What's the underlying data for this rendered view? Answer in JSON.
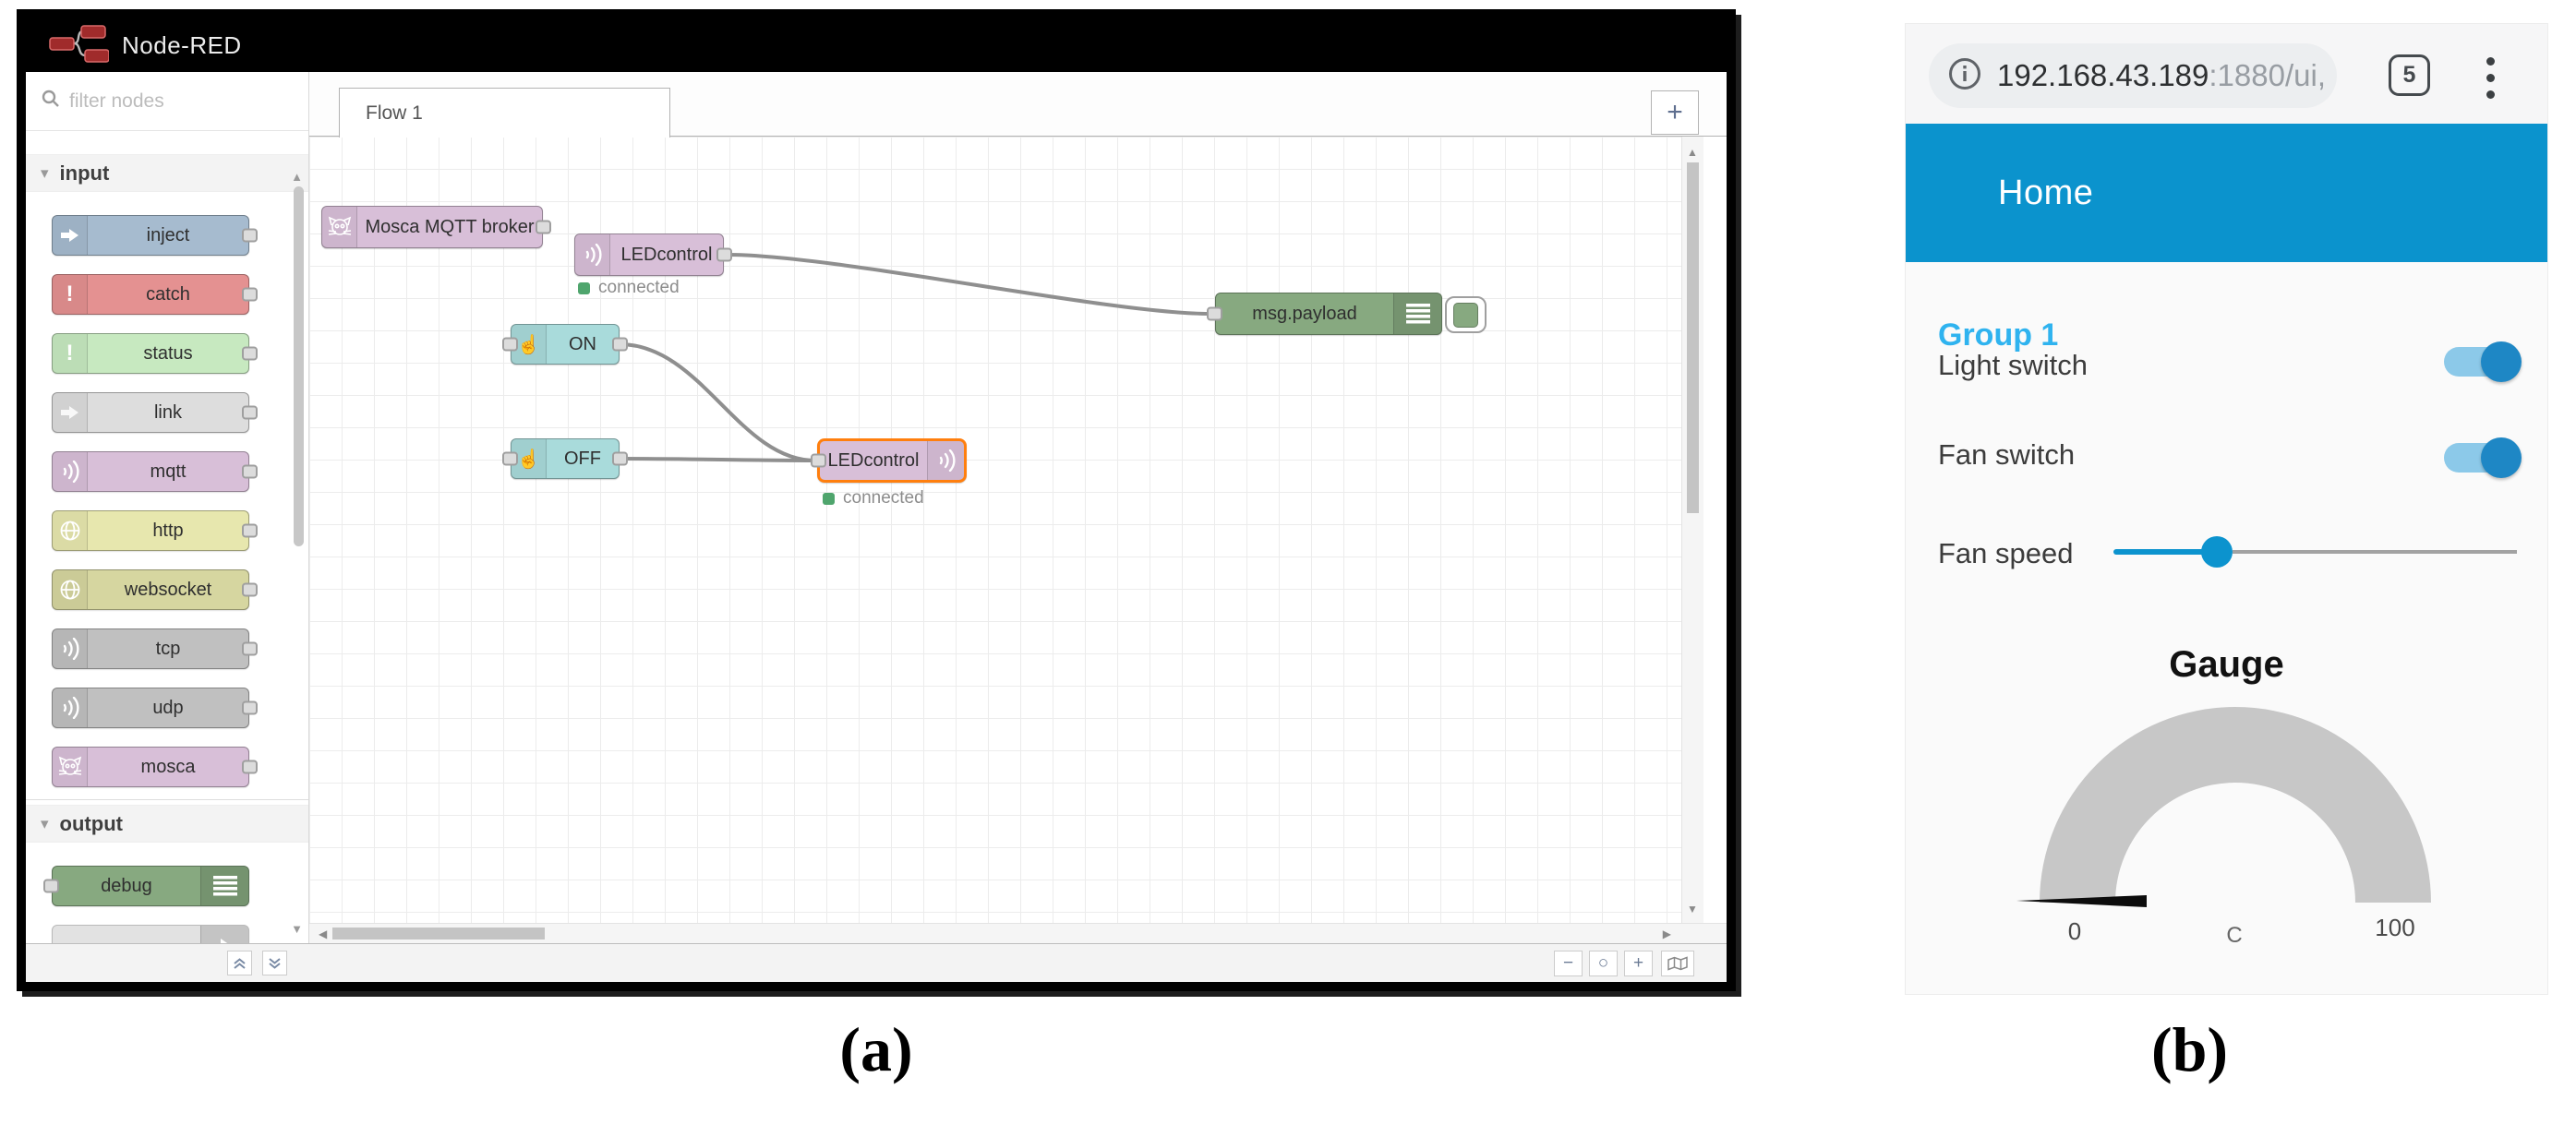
{
  "page": {
    "caption_a": "(a)",
    "caption_b": "(b)"
  },
  "icons": {
    "chevron_down": "▾",
    "up": "▲",
    "down": "▼",
    "left": "◀",
    "right": "▶",
    "minus": "−",
    "plus": "+",
    "zoom_reset": "○"
  },
  "node_red": {
    "window_title": "Node-RED",
    "palette": {
      "search_placeholder": "filter nodes",
      "input_category": "input",
      "output_category": "output",
      "input_nodes": [
        {
          "label": "inject",
          "color": "#a6bbcf",
          "icon": "arrow-in-icon"
        },
        {
          "label": "catch",
          "color": "#e49191",
          "icon": "exclamation-icon"
        },
        {
          "label": "status",
          "color": "#c7e9c0",
          "icon": "exclamation-icon"
        },
        {
          "label": "link",
          "color": "#dddddd",
          "icon": "arrow-in-icon"
        },
        {
          "label": "mqtt",
          "color": "#d8bfd8",
          "icon": "signal-icon"
        },
        {
          "label": "http",
          "color": "#e7e7ae",
          "icon": "globe-icon"
        },
        {
          "label": "websocket",
          "color": "#d6d6a0",
          "icon": "globe-icon"
        },
        {
          "label": "tcp",
          "color": "#c0c0c0",
          "icon": "signal-icon"
        },
        {
          "label": "udp",
          "color": "#c0c0c0",
          "icon": "signal-icon"
        },
        {
          "label": "mosca",
          "color": "#d8bfd8",
          "icon": "cat-icon"
        }
      ],
      "output_nodes": [
        {
          "label": "debug",
          "color": "#87a980",
          "icon": "list-icon"
        }
      ]
    },
    "tab": {
      "active_label": "Flow 1",
      "add_label": "+"
    },
    "flow": {
      "nodes": {
        "broker": {
          "label": "Mosca MQTT broker",
          "type": "mosca in"
        },
        "mqtt_in": {
          "label": "LEDcontrol",
          "status": "connected",
          "type": "mqtt in"
        },
        "btn_on": {
          "label": "ON",
          "type": "ui button"
        },
        "btn_off": {
          "label": "OFF",
          "type": "ui button"
        },
        "mqtt_out": {
          "label": "LEDcontrol",
          "status": "connected",
          "type": "mqtt out",
          "selected": true
        },
        "debug": {
          "label": "msg.payload",
          "type": "debug"
        }
      },
      "wires": [
        {
          "from": "mqtt_in",
          "to": "debug"
        },
        {
          "from": "btn_on",
          "to": "mqtt_out"
        },
        {
          "from": "btn_off",
          "to": "mqtt_out"
        }
      ]
    },
    "colors": {
      "selection": "#ff7f0e",
      "wire": "#999999",
      "status_dot": "#4fa56d",
      "header_bg": "#000000"
    }
  },
  "mobile": {
    "browser": {
      "url_host": "192.168.43.189",
      "url_rest": ":1880/ui,",
      "tab_count": "5"
    },
    "titlebar": {
      "title": "Home",
      "color": "#0b93cd"
    },
    "group_label": "Group 1",
    "widgets": {
      "light_switch": {
        "label": "Light switch",
        "state": "on"
      },
      "fan_switch": {
        "label": "Fan switch",
        "state": "on"
      },
      "fan_speed": {
        "label": "Fan speed",
        "value_pct": 26
      }
    },
    "gauge": {
      "title": "Gauge",
      "min": "0",
      "units": "C",
      "max": "100",
      "value": 0
    },
    "accent": "#0b93cd"
  }
}
